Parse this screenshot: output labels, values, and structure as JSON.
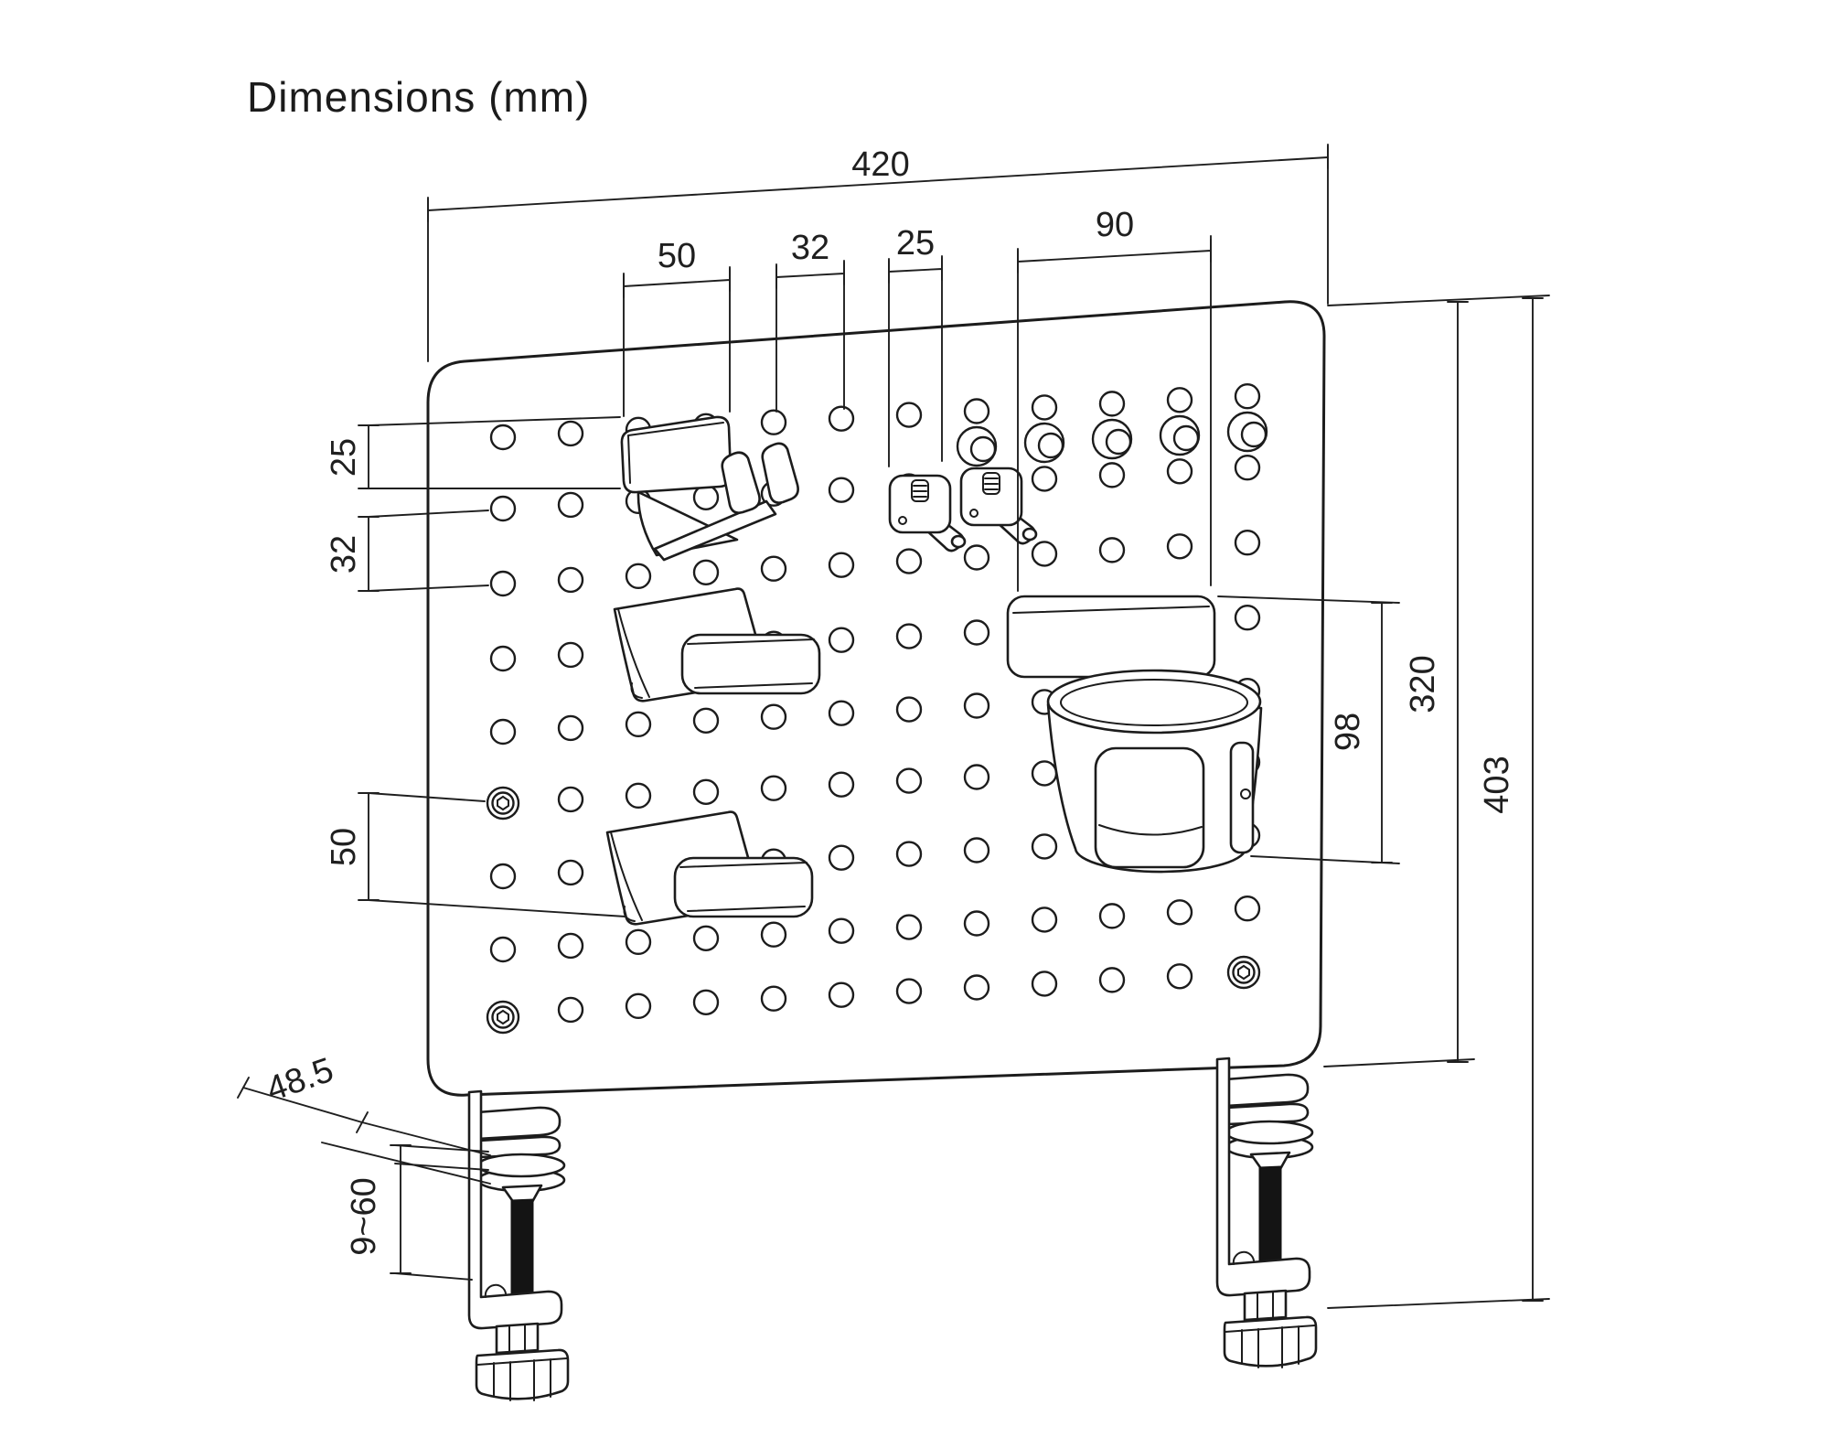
{
  "title": "Dimensions (mm)",
  "units": "mm",
  "dims": {
    "top_width": "420",
    "hook_width": "50",
    "hole_pitch": "32",
    "hook_spacing": "25",
    "cup_bracket_width": "90",
    "row_gap_top": "25",
    "row_gap_mid": "32",
    "row_gap_low": "50",
    "clamp_depth": "48.5",
    "clamp_range": "9~60",
    "cup_height": "98",
    "panel_height": "320",
    "total_height": "403"
  },
  "colors": {
    "line": "#1c1c1c",
    "background": "#ffffff",
    "rod": "#141414"
  }
}
